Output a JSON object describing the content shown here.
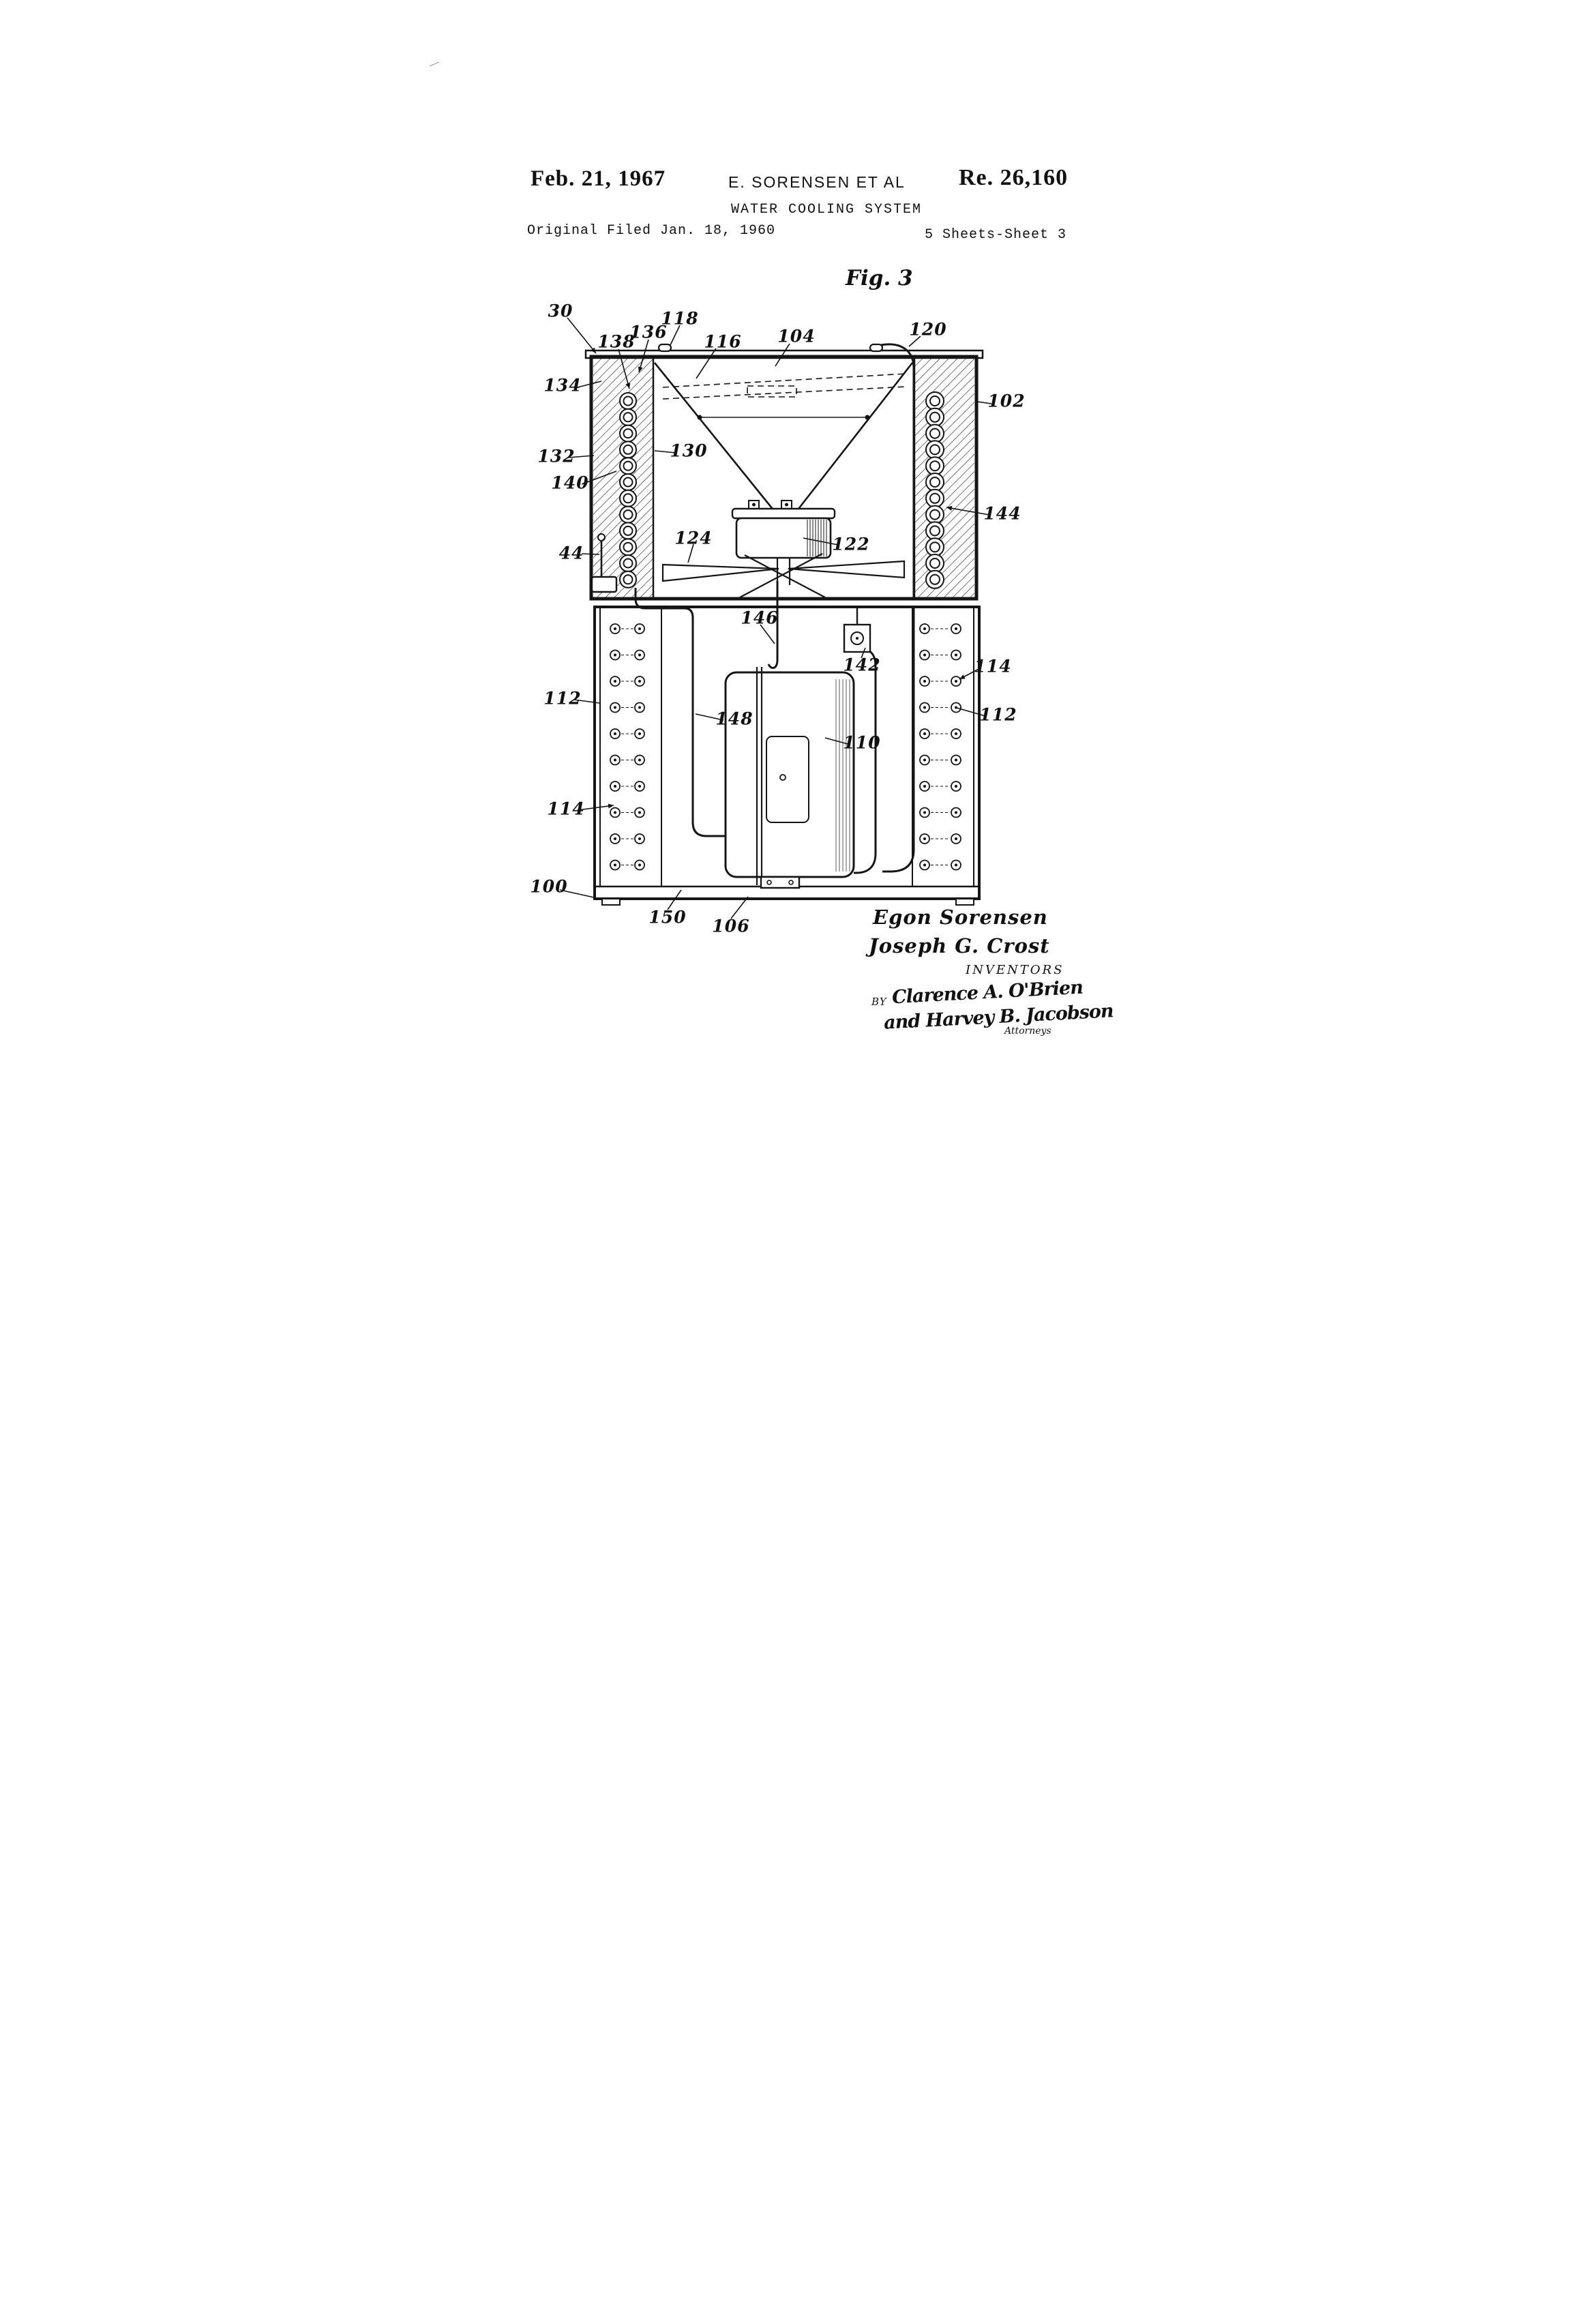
{
  "header": {
    "date": "Feb. 21, 1967",
    "inventor_line": "E. SORENSEN ET AL",
    "patent_number": "Re. 26,160",
    "title": "WATER COOLING SYSTEM",
    "filed_line": "Original Filed Jan. 18, 1960",
    "sheet_line": "5 Sheets-Sheet 3"
  },
  "figure": {
    "label": "Fig. 3"
  },
  "ref_labels": [
    "30",
    "118",
    "136",
    "138",
    "116",
    "104",
    "120",
    "134",
    "102",
    "132",
    "130",
    "140",
    "144",
    "44",
    "124",
    "122",
    "146",
    "142",
    "114",
    "112",
    "112",
    "148",
    "110",
    "114",
    "100",
    "150",
    "106"
  ],
  "signature_block": {
    "inventor_1": "Egon Sorensen",
    "inventor_2": "Joseph G. Crost",
    "role": "INVENTORS",
    "by": "BY",
    "attorney_signature_1": "Clarence A. O'Brien",
    "attorney_signature_2": "and Harvey B. Jacobson",
    "attorneys": "Attorneys"
  }
}
